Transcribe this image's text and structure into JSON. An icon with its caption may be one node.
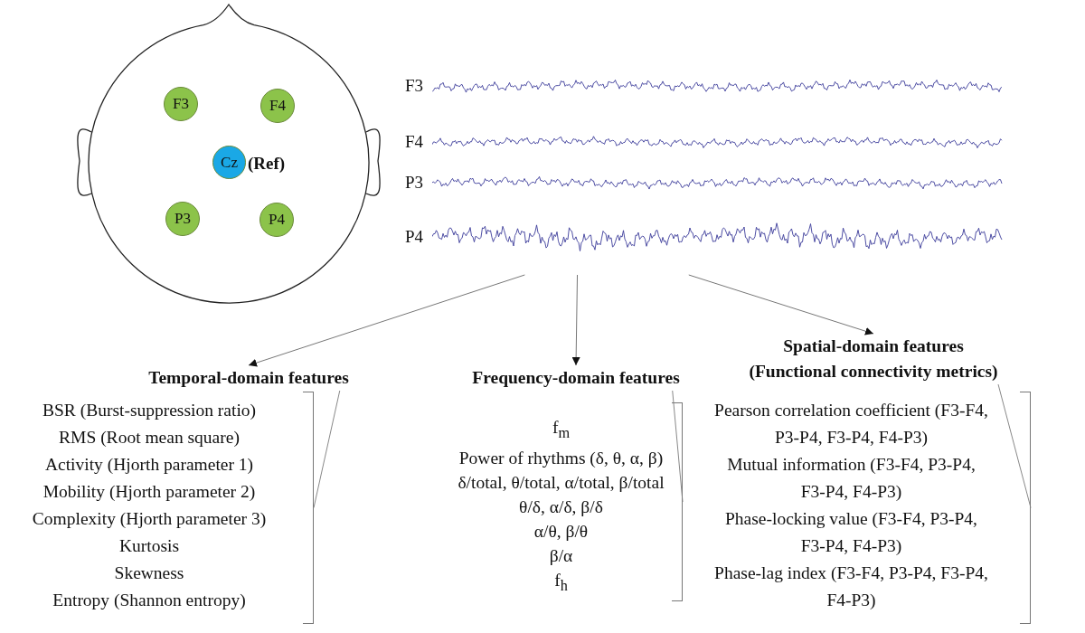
{
  "diagram": {
    "nodes": [
      {
        "text": [
          "F3"
        ]
      },
      {
        "text": [
          "F4"
        ]
      },
      {
        "text": [
          "Cz"
        ],
        "beside": [
          "(Ref)"
        ]
      },
      {
        "text": [
          "P3"
        ]
      },
      {
        "text": [
          "P4"
        ]
      },
      {
        "text": [],
        "shape": "picture",
        "beside": [
          "F3",
          "F4",
          "P3",
          "P4"
        ]
      },
      {
        "text": [
          "Temporal-domain features"
        ]
      },
      {
        "text": [
          "Frequency-domain features"
        ]
      },
      {
        "text": [
          "Spatial-domain features (Functional connectivity metrics)"
        ]
      },
      {
        "text": [
          "BSR (Burst-suppression ratio)",
          "RMS (Root mean square)",
          "Activity (Hjorth parameter 1)",
          "Mobility (Hjorth parameter 2)",
          "Complexity (Hjorth parameter 3)",
          "Kurtosis",
          "Skewness",
          "Entropy (Shannon entropy)"
        ]
      },
      {
        "text": [
          "f$_{m}$",
          "Power of rhythms (δ, θ, α, β)",
          "δ/total, θ/total, α/total, β/total",
          "θ/δ, α/δ, β/δ",
          "α/θ, β/θ",
          "β/α",
          "f$_{h}$"
        ]
      },
      {
        "text": [
          "Pearson correlation coefficient (F3-F4, P3-P4, F3-P4, F4-P3)",
          "Mutual information (F3-F4, P3-P4, F3-P4, F4-P3)",
          "Phase-locking value (F3-F4, P3-P4, F3-P4, F4-P3)",
          "Phase-lag index (F3-F4, P3-P4, F3-P4, F4-P3)"
        ]
      }
    ],
    "edges": [
      {
        "from": 5,
        "to": 6,
        "arrow": "to"
      },
      {
        "from": 5,
        "to": 7,
        "arrow": "to"
      },
      {
        "from": 5,
        "to": 8,
        "arrow": "to"
      },
      {
        "from": 9,
        "to": 6,
        "arrow": "none"
      },
      {
        "from": 10,
        "to": 7,
        "arrow": "none"
      },
      {
        "from": 11,
        "to": 8,
        "arrow": "none"
      }
    ]
  }
}
